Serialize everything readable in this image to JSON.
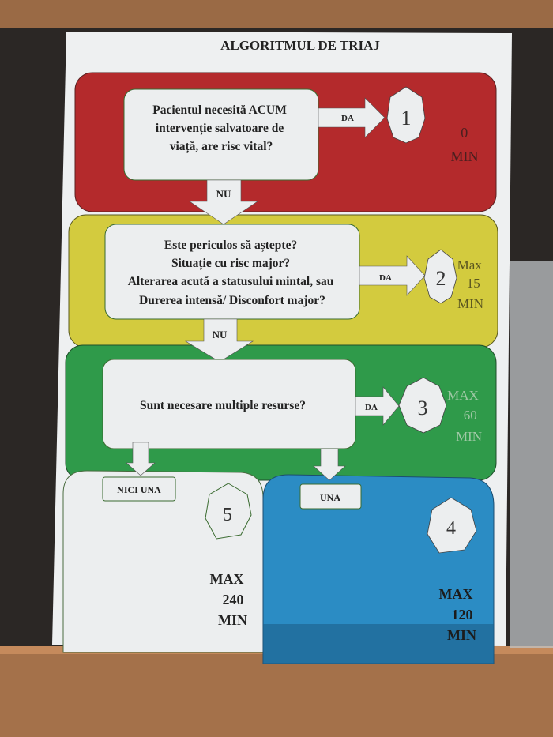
{
  "title": "ALGORITMUL DE TRIAJ",
  "colors": {
    "red": "#b42a2c",
    "yellow": "#d3cb3e",
    "green": "#2f9a4a",
    "blue": "#2b8cc4",
    "white": "#eceeef"
  },
  "level1": {
    "question": [
      "Pacientul necesită ACUM",
      "intervenție salvatoare de",
      "viață, are risc vital?"
    ],
    "yes": "DA",
    "no": "NU",
    "number": "1",
    "time": [
      "0",
      "MIN"
    ]
  },
  "level2": {
    "question": [
      "Este periculos să aștepte?",
      "Situație cu risc major?",
      "Alterarea acută a statusului mintal, sau",
      "Durerea intensă/ Disconfort major?"
    ],
    "yes": "DA",
    "no": "NU",
    "number": "2",
    "time": [
      "Max",
      "15",
      "MIN"
    ]
  },
  "level3": {
    "question": "Sunt necesare multiple resurse?",
    "yes": "DA",
    "number": "3",
    "time": [
      "MAX",
      "60",
      "MIN"
    ]
  },
  "level5": {
    "label": "NICI UNA",
    "number": "5",
    "time": [
      "MAX",
      "240",
      "MIN"
    ]
  },
  "level4": {
    "label": "UNA",
    "number": "4",
    "time": [
      "MAX",
      "120",
      "MIN"
    ]
  }
}
